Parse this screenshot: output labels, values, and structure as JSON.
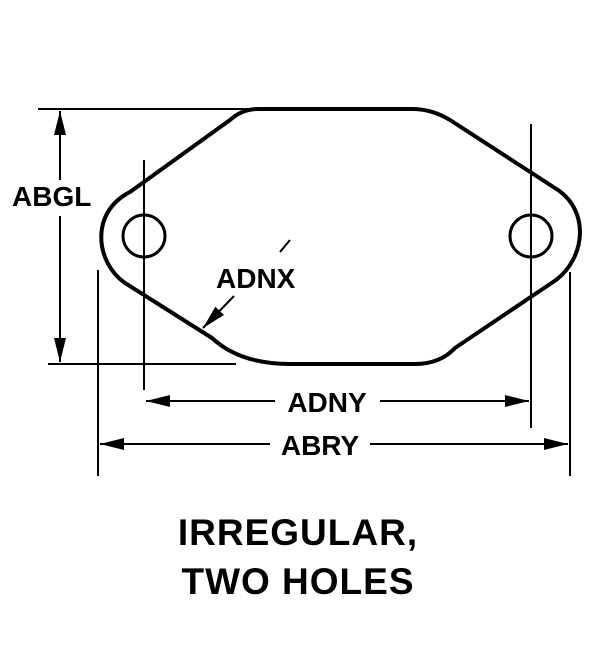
{
  "labels": {
    "height": "ABGL",
    "edge_radius": "ADNX",
    "hole_spacing": "ADNY",
    "overall_length": "ABRY"
  },
  "caption": {
    "line1": "IRREGULAR,",
    "line2": "TWO HOLES"
  },
  "colors": {
    "ink": "#000000",
    "background": "#ffffff"
  }
}
